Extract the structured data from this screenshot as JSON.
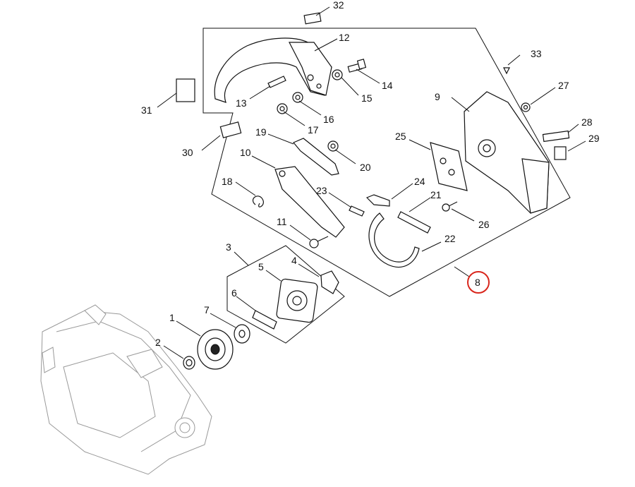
{
  "labels": [
    "1",
    "2",
    "3",
    "4",
    "5",
    "6",
    "7",
    "8",
    "9",
    "10",
    "11",
    "12",
    "13",
    "14",
    "15",
    "16",
    "17",
    "18",
    "19",
    "20",
    "21",
    "22",
    "23",
    "24",
    "25",
    "26",
    "27",
    "28",
    "29",
    "30",
    "31",
    "32",
    "33"
  ],
  "highlight_label": "8",
  "colors": {
    "line": "#111111",
    "callout": "#d9261c",
    "ghost": "#999999"
  }
}
